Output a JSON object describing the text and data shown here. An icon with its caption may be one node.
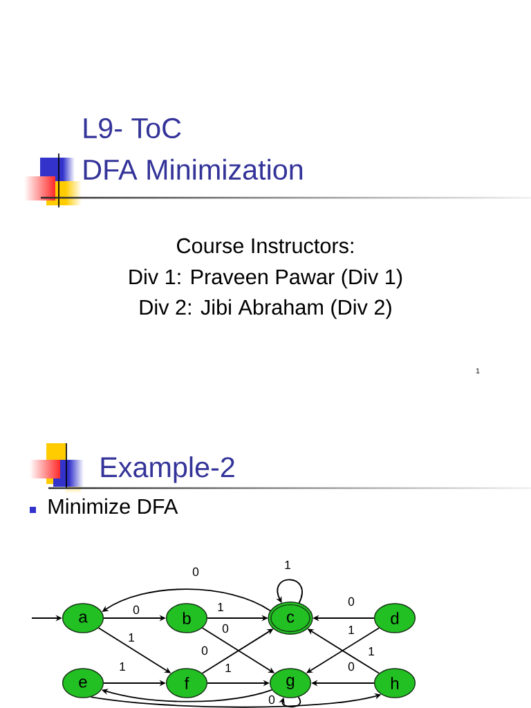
{
  "diagram": {
    "title": "L9- ToC DFA Minimization",
    "nodes": [
      {
        "text": [
          "a"
        ]
      },
      {
        "text": [
          "b"
        ]
      },
      {
        "text": [
          "c"
        ]
      },
      {
        "text": [
          "d"
        ]
      },
      {
        "text": [
          "e"
        ]
      },
      {
        "text": [
          "f"
        ]
      },
      {
        "text": [
          "g"
        ]
      },
      {
        "text": [
          "h"
        ]
      }
    ],
    "edges": [
      {
        "from": null,
        "to": 0,
        "arrow": "to"
      },
      {
        "from": 0,
        "to": 1,
        "arrow": "to",
        "label": "0"
      },
      {
        "from": 0,
        "to": 5,
        "arrow": "to",
        "label": "1"
      },
      {
        "from": 1,
        "to": 2,
        "arrow": "to",
        "label": "1"
      },
      {
        "from": 1,
        "to": 6,
        "arrow": "to",
        "label": "0"
      },
      {
        "from": 2,
        "to": 0,
        "arrow": "to",
        "label": "0"
      },
      {
        "from": 2,
        "to": 2,
        "arrow": "to",
        "label": "1"
      },
      {
        "from": 3,
        "to": 2,
        "arrow": "to",
        "label": "0"
      },
      {
        "from": 3,
        "to": 6,
        "arrow": "to",
        "label": "1"
      },
      {
        "from": 4,
        "to": 5,
        "arrow": "to",
        "label": "1"
      },
      {
        "from": 4,
        "to": 7,
        "arrow": "to"
      },
      {
        "from": 5,
        "to": 2,
        "arrow": "to",
        "label": "0"
      },
      {
        "from": 5,
        "to": 6,
        "arrow": "to",
        "label": "1"
      },
      {
        "from": 6,
        "to": 4,
        "arrow": "to"
      },
      {
        "from": 6,
        "to": 6,
        "arrow": "to",
        "label": "0"
      },
      {
        "from": 7,
        "to": 2,
        "arrow": "to",
        "label": "1"
      },
      {
        "from": 7,
        "to": 6,
        "arrow": "to",
        "label": "0"
      }
    ],
    "labels": [
      "Course Instructors:",
      "Div 1: Praveen Pawar (Div 1)",
      "Div 2: Jibi Abraham (Div 2)",
      "1",
      "Example-2",
      "Minimize DFA"
    ]
  }
}
